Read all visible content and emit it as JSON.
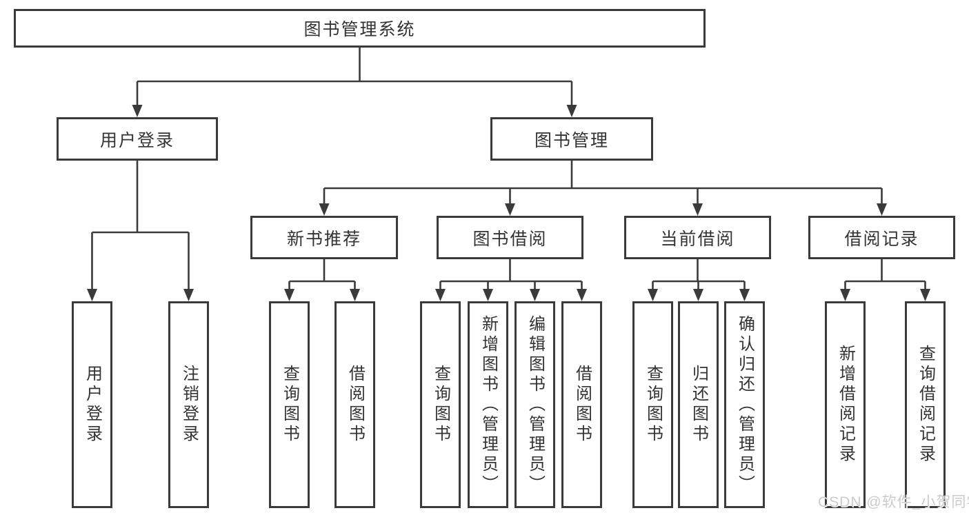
{
  "tree": {
    "root": {
      "label": "图书管理系统",
      "children": [
        {
          "label": "用户登录",
          "children": [
            {
              "label": "用户登录"
            },
            {
              "label": "注销登录"
            }
          ]
        },
        {
          "label": "图书管理",
          "children": [
            {
              "label": "新书推荐",
              "children": [
                {
                  "label": "查询图书"
                },
                {
                  "label": "借阅图书"
                }
              ]
            },
            {
              "label": "图书借阅",
              "children": [
                {
                  "label": "查询图书"
                },
                {
                  "label": "新增图书（管理员）"
                },
                {
                  "label": "编辑图书（管理员）"
                },
                {
                  "label": "借阅图书"
                }
              ]
            },
            {
              "label": "当前借阅",
              "children": [
                {
                  "label": "查询图书"
                },
                {
                  "label": "归还图书"
                },
                {
                  "label": "确认归还（管理员）"
                }
              ]
            },
            {
              "label": "借阅记录",
              "children": [
                {
                  "label": "新增借阅记录"
                },
                {
                  "label": "查询借阅记录"
                }
              ]
            }
          ]
        }
      ]
    }
  },
  "watermark": {
    "text": "CSDN @软件_小贺同学"
  },
  "colors": {
    "line": "#3a3a3a",
    "text": "#333333",
    "watermark": "#cbcbcb",
    "background": "#ffffff"
  }
}
